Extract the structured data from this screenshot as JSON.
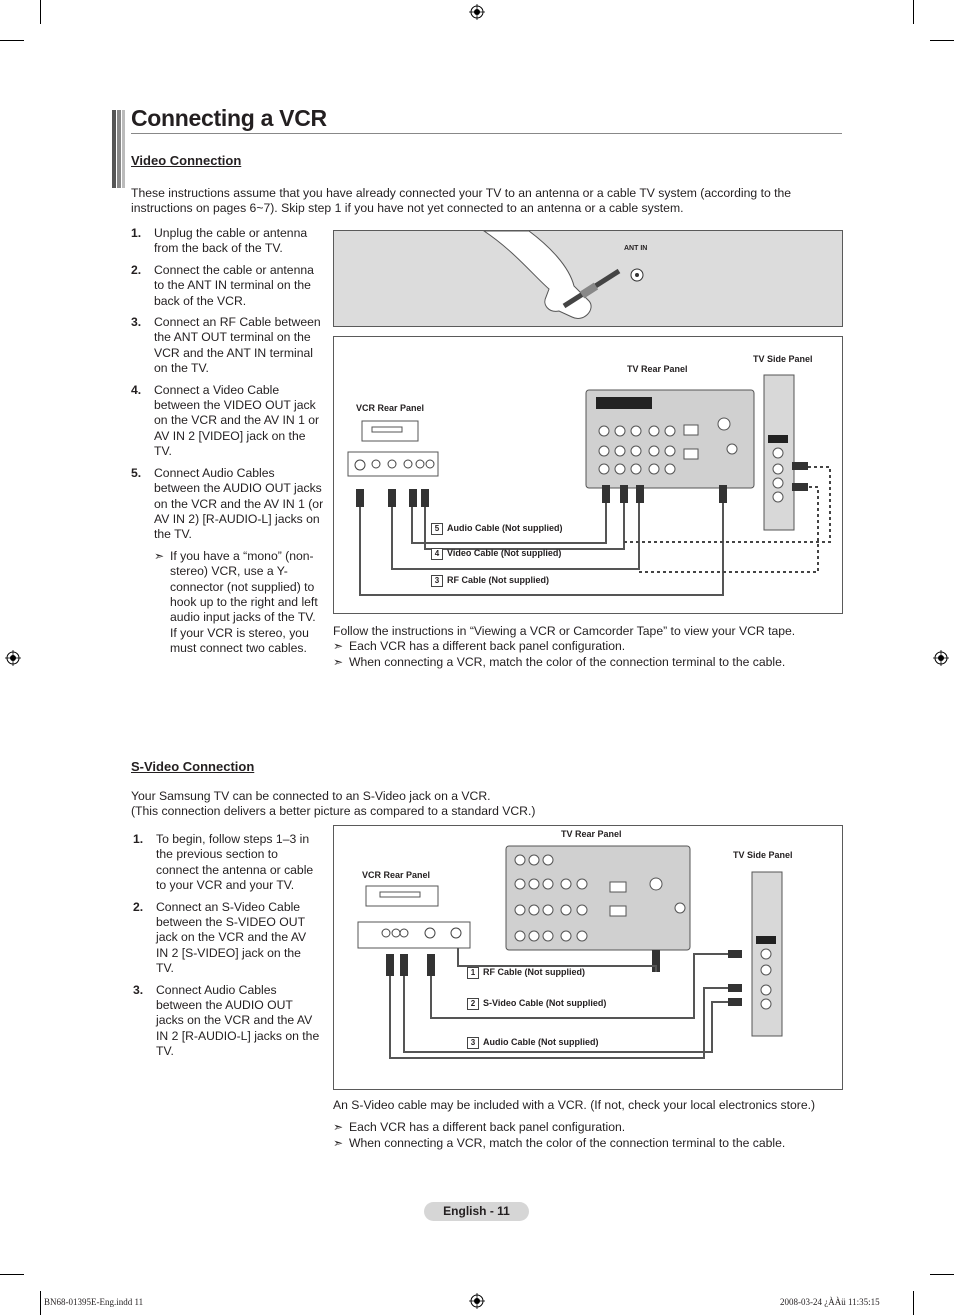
{
  "page": {
    "title": "Connecting a VCR",
    "footer_label": "English - 11",
    "meta_left": "BN68-01395E-Eng.indd   11",
    "meta_right": "2008-03-24   ¿ÀÀü 11:35:15"
  },
  "video_section": {
    "heading": "Video Connection",
    "intro_1": "These instructions assume that you have already connected your TV to an antenna or a cable TV system (according to the",
    "intro_2": "instructions on pages 6~7). Skip step 1 if you have not yet connected to an antenna or a cable system.",
    "steps": [
      {
        "num": "1.",
        "text": "Unplug the cable or antenna from the back of the TV."
      },
      {
        "num": "2.",
        "text": "Connect the cable or antenna to the ANT IN terminal on the back of the VCR."
      },
      {
        "num": "3.",
        "text": "Connect an RF Cable between the ANT OUT terminal on the VCR and the ANT IN terminal on the TV."
      },
      {
        "num": "4.",
        "text": "Connect a Video Cable between the VIDEO OUT jack on the VCR and the AV IN 1 or AV IN 2 [VIDEO] jack on the TV."
      },
      {
        "num": "5.",
        "text": "Connect Audio Cables between the AUDIO OUT jacks on the VCR and the AV IN 1 (or AV IN 2) [R-AUDIO-L] jacks on the TV."
      }
    ],
    "mono_note": "If you have a “mono” (non-stereo) VCR, use a Y-connector (not supplied) to hook up to the right and left audio input jacks of the TV. If your VCR is stereo, you must connect two cables.",
    "follow_text": "Follow the instructions in “Viewing a VCR or Camcorder Tape” to view your VCR tape.",
    "notes": [
      "Each VCR has a different back panel configuration.",
      "When connecting a VCR, match the color of the connection terminal to the cable."
    ],
    "diagram_ant_label": "ANT IN",
    "diagram_labels": {
      "tv_side": "TV Side Panel",
      "tv_rear": "TV Rear Panel",
      "vcr_rear": "VCR Rear Panel"
    },
    "cables": [
      {
        "num": "5",
        "label": "Audio Cable (Not supplied)"
      },
      {
        "num": "4",
        "label": "Video Cable (Not supplied)"
      },
      {
        "num": "3",
        "label": "RF Cable (Not supplied)"
      }
    ]
  },
  "svideo_section": {
    "heading": "S-Video Connection",
    "intro_1": "Your Samsung TV can be connected to an S-Video jack on a VCR.",
    "intro_2": "(This connection delivers a better picture as compared to a standard VCR.)",
    "steps": [
      {
        "num": "1.",
        "text": "To begin, follow steps 1–3 in the previous section to connect the antenna or cable to your VCR and your TV."
      },
      {
        "num": "2.",
        "text": "Connect an S-Video Cable between the S-VIDEO OUT jack on the VCR and the AV IN 2 [S-VIDEO] jack on the TV."
      },
      {
        "num": "3.",
        "text": "Connect Audio Cables between the AUDIO OUT jacks on the VCR and the AV IN 2 [R-AUDIO-L] jacks on the TV."
      }
    ],
    "follow_text": "An S-Video cable may be included with a VCR. (If not, check your local electronics store.)",
    "notes": [
      "Each VCR has a different back panel configuration.",
      "When connecting a VCR, match the color of the connection terminal to the cable."
    ],
    "diagram_labels": {
      "tv_rear": "TV Rear Panel",
      "tv_side": "TV Side Panel",
      "vcr_rear": "VCR Rear Panel"
    },
    "cables": [
      {
        "num": "1",
        "label": "RF Cable (Not supplied)"
      },
      {
        "num": "2",
        "label": "S-Video Cable (Not supplied)"
      },
      {
        "num": "3",
        "label": "Audio Cable (Not supplied)"
      }
    ]
  },
  "icons": {
    "note_arrow": "➣",
    "registration_mark": "crosshair-circle"
  }
}
